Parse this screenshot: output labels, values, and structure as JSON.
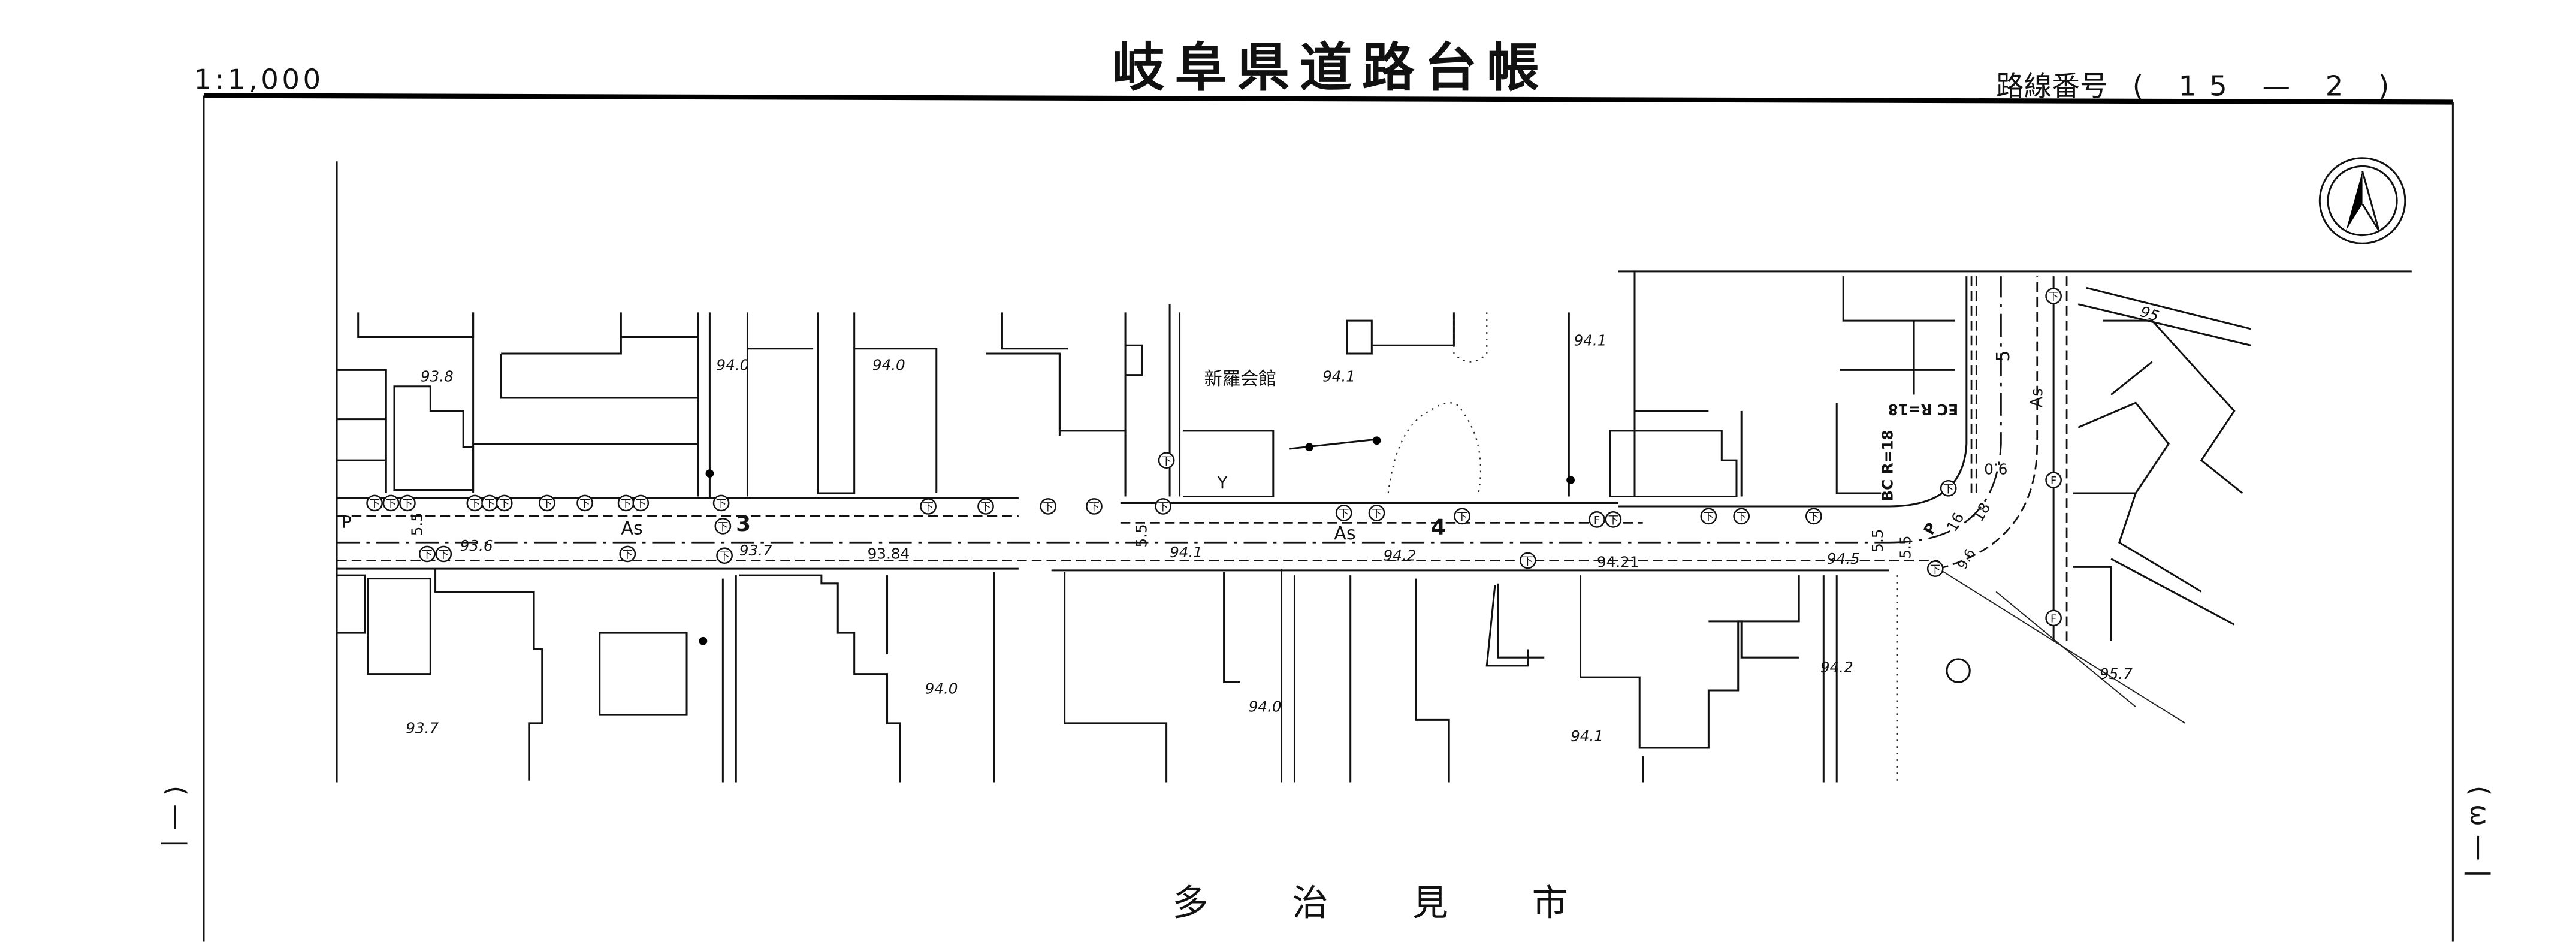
{
  "header": {
    "scale": "1:1,000",
    "title": "岐阜県道路台帳",
    "route_label": "路線番号",
    "route_number": "( 15 — 2 )"
  },
  "footer": {
    "city": "多 治 見 市",
    "left_margin_mark": "( — |",
    "right_margin_mark": "( ω — |"
  },
  "map": {
    "manhole_glyph": "下",
    "fire_hydrant_glyph": "F",
    "labels": [
      "93.8",
      "94.0",
      "94.0",
      "新羅会館",
      "94.1",
      "94.1",
      "P",
      "5.5",
      "As",
      "3",
      "93.6",
      "93.7",
      "93.84",
      "5.5",
      "94.1",
      "As",
      "4",
      "94.2",
      "94.21",
      "94.5",
      "5.5",
      "BC R=18",
      "EC R=18",
      "5",
      "As",
      "9.0",
      "95",
      "95.7",
      "94.0",
      "94.0",
      "93.7",
      "94.1",
      "94.2",
      "Y",
      "5.5",
      "P",
      "16",
      "18",
      "9.6"
    ]
  }
}
